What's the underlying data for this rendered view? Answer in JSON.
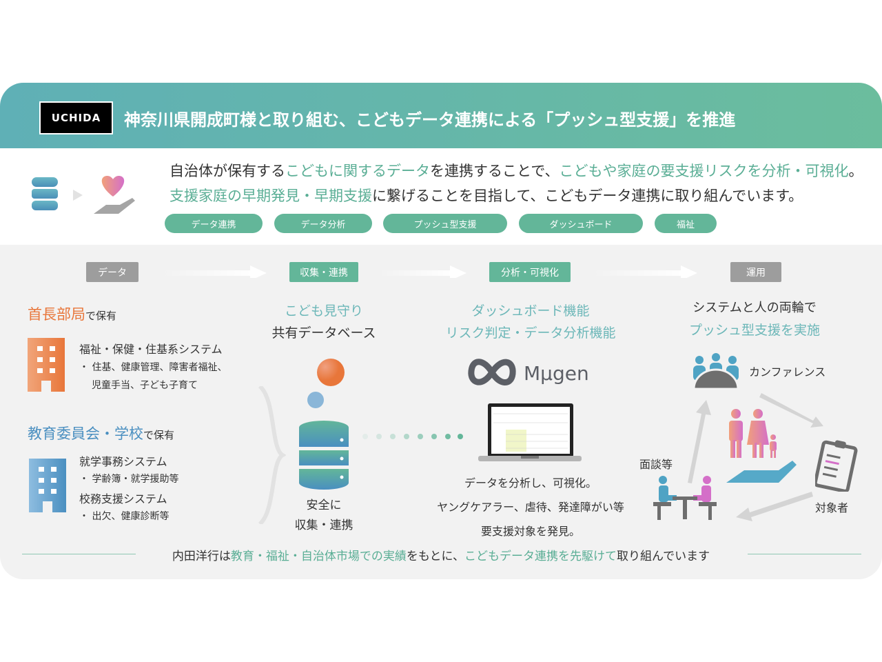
{
  "header": {
    "logo": "UCHIDA",
    "title": "神奈川県開成町様と取り組む、こどもデータ連携による「プッシュ型支援」を推進"
  },
  "intro": {
    "line1": [
      {
        "text": "自治体が保有する",
        "hl": false
      },
      {
        "text": "こどもに関するデータ",
        "hl": true
      },
      {
        "text": "を連携することで、",
        "hl": false
      },
      {
        "text": "こどもや家庭の要支援リスクを分析・可視化",
        "hl": true
      },
      {
        "text": "。",
        "hl": false
      }
    ],
    "line2": [
      {
        "text": "支援家庭の早期発見・早期支援",
        "hl": true
      },
      {
        "text": "に繋げることを目指して、こどもデータ連携に取り組んでいます。",
        "hl": false
      }
    ],
    "tags": [
      "データ連携",
      "データ分析",
      "プッシュ型支援",
      "ダッシュボード",
      "福祉"
    ]
  },
  "steps": [
    "データ",
    "収集・連携",
    "分析・可視化",
    "運用"
  ],
  "data_col": {
    "group1": {
      "title_hl": "首長部局",
      "title_rest": "で保有",
      "system": "福祉・保健・住基系システム",
      "items": [
        "住基、健康管理、障害者福祉、",
        "児童手当、子ども子育て"
      ]
    },
    "group2": {
      "title_hl": "教育委員会・学校",
      "title_rest": "で保有",
      "system1": "就学事務システム",
      "item1": "学齢簿・就学援助等",
      "system2": "校務支援システム",
      "item2": "出欠、健康診断等"
    }
  },
  "collect_col": {
    "title_hl": "こども見守り",
    "title": "共有データベース",
    "caption1": "安全に",
    "caption2": "収集・連携"
  },
  "analyze_col": {
    "line1": "ダッシュボード機能",
    "line2": "リスク判定・データ分析機能",
    "brand": "Mμgen",
    "desc": [
      "データを分析し、可視化。",
      "ヤングケアラー、虐待、発達障がい等",
      "要支援対象を発見。"
    ]
  },
  "operate_col": {
    "line1": "システムと人の両輪で",
    "line2": "プッシュ型支援を実施",
    "conference": "カンファレンス",
    "interview": "面談等",
    "target": "対象者"
  },
  "footer": [
    {
      "text": "内田洋行は",
      "hl": false
    },
    {
      "text": "教育・福祉・自治体市場での実績",
      "hl": true
    },
    {
      "text": "をもとに、",
      "hl": false
    },
    {
      "text": "こどもデータ連携を先駆けて",
      "hl": true
    },
    {
      "text": "取り組んでいます",
      "hl": false
    }
  ],
  "colors": {
    "teal": "#5aae95",
    "orange": "#e8763a",
    "blue": "#4a8fc0",
    "gray": "#9d9d9d"
  }
}
